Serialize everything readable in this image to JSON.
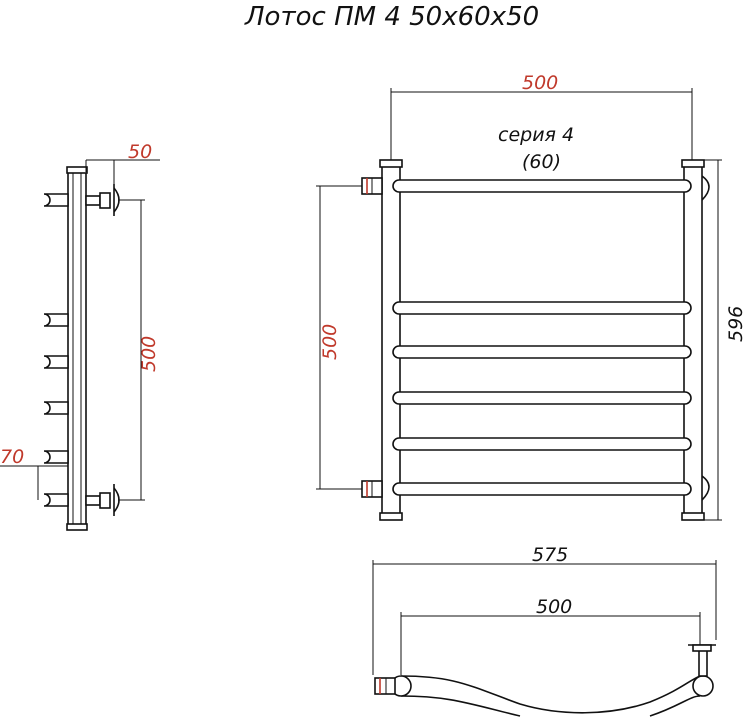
{
  "title": "Лотос ПМ 4 50х60х50",
  "series_label": "серия 4",
  "series_sub": "(60)",
  "dimensions": {
    "side_top_offset": "50",
    "side_height": "500",
    "side_bottom_offset": "70",
    "front_width": "500",
    "front_height_left": "500",
    "front_height_right": "596",
    "plan_overall": "575",
    "plan_inner": "500"
  },
  "colors": {
    "red_dimension": "#c0392b",
    "line": "#111111"
  },
  "crossbar_count": 6
}
